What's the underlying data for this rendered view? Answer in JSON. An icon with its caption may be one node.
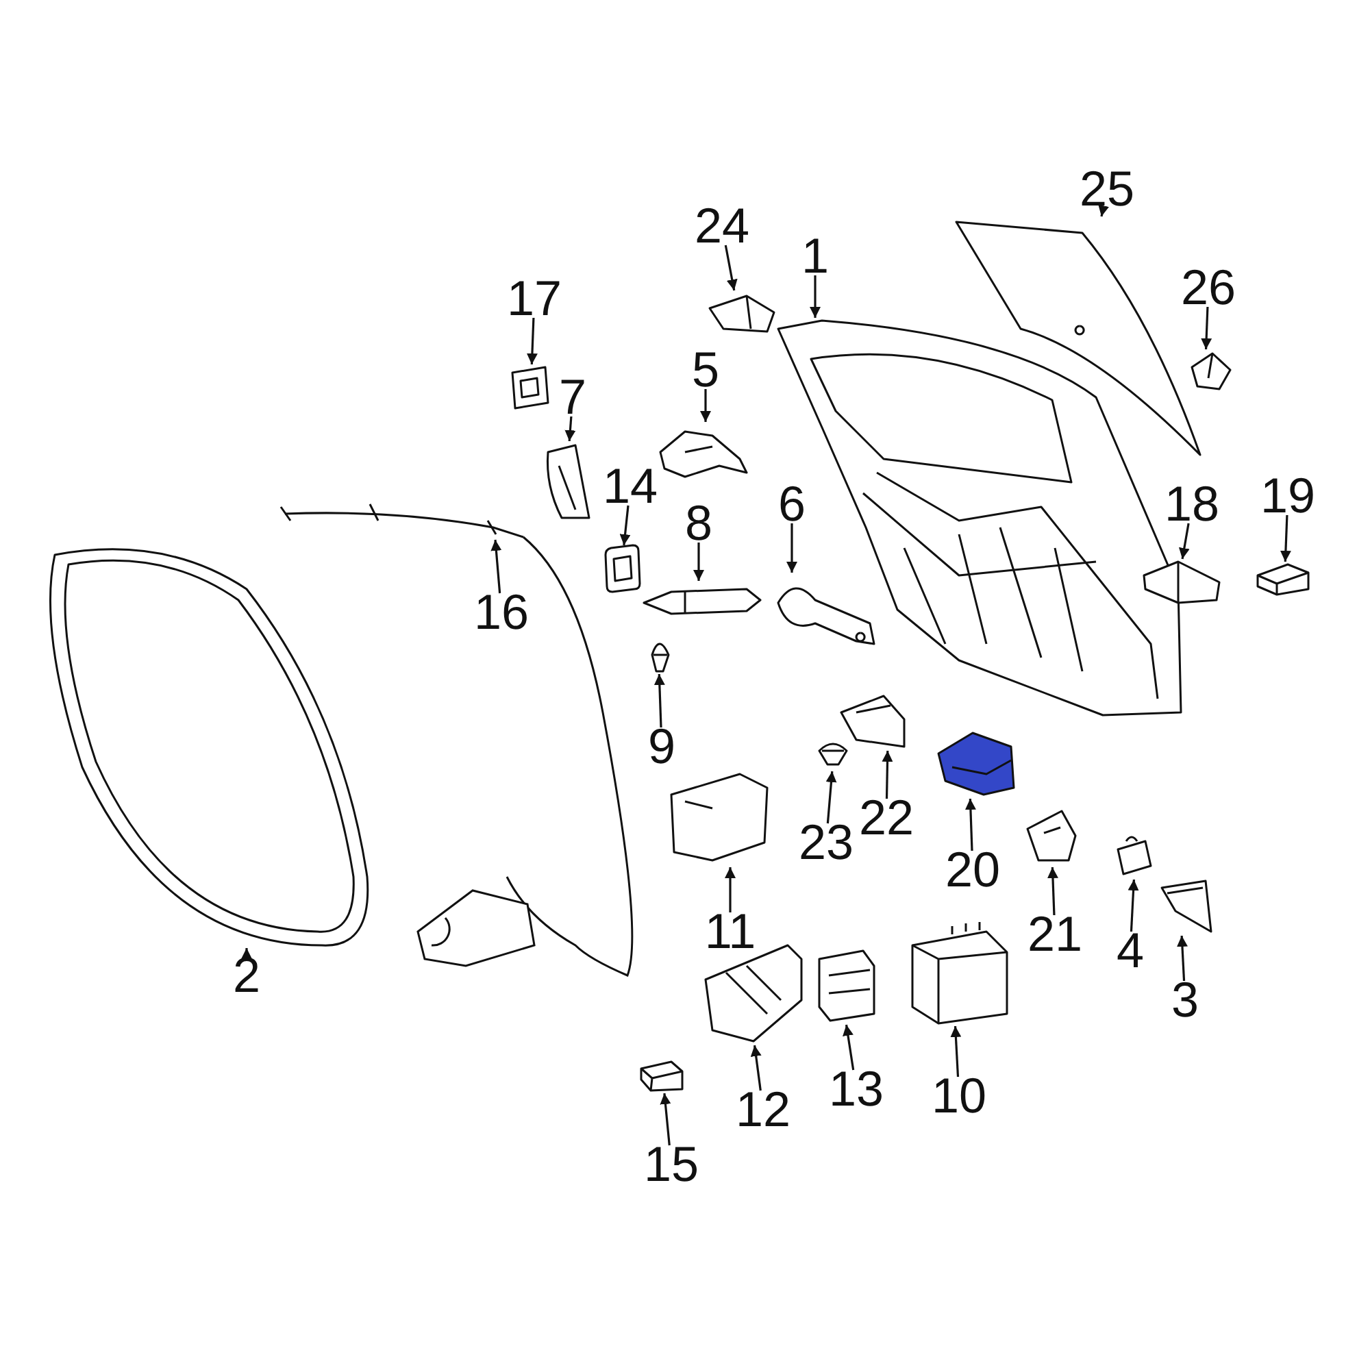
{
  "diagram": {
    "nodes": [
      {
        "text": [
          "1"
        ]
      },
      {
        "text": [
          "2"
        ]
      },
      {
        "text": [
          "3"
        ]
      },
      {
        "text": [
          "4"
        ]
      },
      {
        "text": [
          "5"
        ]
      },
      {
        "text": [
          "6"
        ]
      },
      {
        "text": [
          "7"
        ]
      },
      {
        "text": [
          "8"
        ]
      },
      {
        "text": [
          "9"
        ]
      },
      {
        "text": [
          "10"
        ]
      },
      {
        "text": [
          "11"
        ]
      },
      {
        "text": [
          "12"
        ]
      },
      {
        "text": [
          "13"
        ]
      },
      {
        "text": [
          "14"
        ]
      },
      {
        "text": [
          "15"
        ]
      },
      {
        "text": [
          "16"
        ]
      },
      {
        "text": [
          "17"
        ]
      },
      {
        "text": [
          "18"
        ]
      },
      {
        "text": [
          "19"
        ]
      },
      {
        "text": [
          "20"
        ]
      },
      {
        "text": [
          "21"
        ]
      },
      {
        "text": [
          "22"
        ]
      },
      {
        "text": [
          "23"
        ]
      },
      {
        "text": [
          "24"
        ]
      },
      {
        "text": [
          "25"
        ]
      },
      {
        "text": [
          "26"
        ]
      },
      {
        "text": [],
        "shape": "picture"
      },
      {
        "text": [],
        "shape": "picture"
      },
      {
        "text": [],
        "shape": "picture"
      },
      {
        "text": [],
        "shape": "picture"
      },
      {
        "text": [],
        "shape": "picture"
      },
      {
        "text": [],
        "shape": "picture"
      },
      {
        "text": [],
        "shape": "picture"
      },
      {
        "text": [],
        "shape": "picture"
      },
      {
        "text": [],
        "shape": "picture"
      },
      {
        "text": [],
        "shape": "picture"
      },
      {
        "text": [],
        "shape": "picture"
      },
      {
        "text": [],
        "shape": "picture"
      },
      {
        "text": [],
        "shape": "picture"
      },
      {
        "text": [],
        "shape": "picture"
      },
      {
        "text": [],
        "shape": "picture"
      },
      {
        "text": [],
        "shape": "picture"
      },
      {
        "text": [],
        "shape": "picture"
      },
      {
        "text": [],
        "shape": "picture"
      },
      {
        "text": [],
        "shape": "picture"
      },
      {
        "text": [],
        "shape": "picture"
      },
      {
        "text": [],
        "shape": "picture"
      },
      {
        "text": [],
        "shape": "picture"
      },
      {
        "text": [],
        "shape": "picture"
      },
      {
        "text": [],
        "shape": "picture"
      },
      {
        "text": [],
        "shape": "picture"
      },
      {
        "text": [],
        "shape": "picture"
      }
    ],
    "edges": [
      {
        "from": 0,
        "to": 26,
        "arrow": "to"
      },
      {
        "from": 1,
        "to": 27,
        "arrow": "to"
      },
      {
        "from": 2,
        "to": 28,
        "arrow": "to"
      },
      {
        "from": 3,
        "to": 29,
        "arrow": "to"
      },
      {
        "from": 4,
        "to": 30,
        "arrow": "to"
      },
      {
        "from": 5,
        "to": 31,
        "arrow": "to"
      },
      {
        "from": 6,
        "to": 32,
        "arrow": "to"
      },
      {
        "from": 7,
        "to": 33,
        "arrow": "to"
      },
      {
        "from": 8,
        "to": 34,
        "arrow": "to"
      },
      {
        "from": 9,
        "to": 35,
        "arrow": "to"
      },
      {
        "from": 10,
        "to": 36,
        "arrow": "to"
      },
      {
        "from": 11,
        "to": 37,
        "arrow": "to"
      },
      {
        "from": 12,
        "to": 38,
        "arrow": "to"
      },
      {
        "from": 13,
        "to": 39,
        "arrow": "to"
      },
      {
        "from": 14,
        "to": 40,
        "arrow": "to"
      },
      {
        "from": 15,
        "to": 41,
        "arrow": "to"
      },
      {
        "from": 16,
        "to": 42,
        "arrow": "to"
      },
      {
        "from": 17,
        "to": 43,
        "arrow": "to"
      },
      {
        "from": 18,
        "to": 44,
        "arrow": "to"
      },
      {
        "from": 19,
        "to": 45,
        "arrow": "to"
      },
      {
        "from": 20,
        "to": 46,
        "arrow": "to"
      },
      {
        "from": 21,
        "to": 47,
        "arrow": "to"
      },
      {
        "from": 22,
        "to": 48,
        "arrow": "to"
      },
      {
        "from": 23,
        "to": 49,
        "arrow": "to"
      },
      {
        "from": 24,
        "to": 50,
        "arrow": "to"
      },
      {
        "from": 25,
        "to": 51,
        "arrow": "to"
      }
    ]
  }
}
